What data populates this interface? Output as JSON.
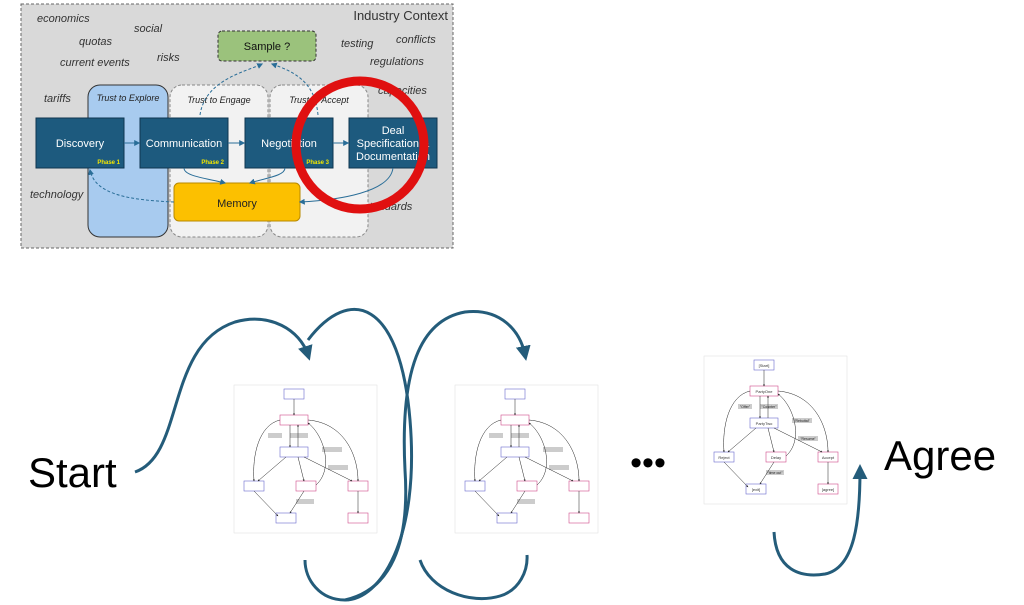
{
  "context": {
    "title": "Industry Context",
    "words": {
      "economics": "economics",
      "social": "social",
      "quotas": "quotas",
      "risks": "risks",
      "current_events": "current events",
      "tariffs": "tariffs",
      "technology": "technology",
      "testing": "testing",
      "conflicts": "conflicts",
      "regulations": "regulations",
      "capacities": "capacities",
      "standards": "standards"
    }
  },
  "trust": {
    "explore": "Trust to Explore",
    "engage": "Trust to Engage",
    "accept": "Trust to Accept"
  },
  "sample": "Sample ?",
  "phases": {
    "discovery": {
      "label": "Discovery",
      "phase": "Phase 1"
    },
    "communication": {
      "label": "Communication",
      "phase": "Phase 2"
    },
    "negotiation": {
      "label": "Negotiation",
      "phase": "Phase 3"
    },
    "deal": {
      "line1": "Deal",
      "line2": "Specification &",
      "line3": "Documentation"
    }
  },
  "memory": "Memory",
  "bottom": {
    "start": "Start",
    "ellipsis": "•••",
    "agree": "Agree"
  },
  "statechart": {
    "start": "[Start]",
    "party_one": "PartyOne",
    "party_two": "PartyTwo",
    "offer": "\"Offer\"",
    "counter": "\"Counter\"",
    "rebuttal": "\"Rebuttal\"",
    "resume": "\"Resume\"",
    "reject": "Reject",
    "delay": "Delay",
    "accept": "Accept",
    "time_out": "\"time out\"",
    "exit": "[exit]",
    "agree": "[agree]"
  },
  "colors": {
    "phase_box": "#1d5a7e",
    "memory": "#fcc000",
    "sample": "#9bc27c",
    "explore_band": "#a8cbef",
    "highlight_ring": "#e01010",
    "loop_arrow": "#245c7a"
  }
}
